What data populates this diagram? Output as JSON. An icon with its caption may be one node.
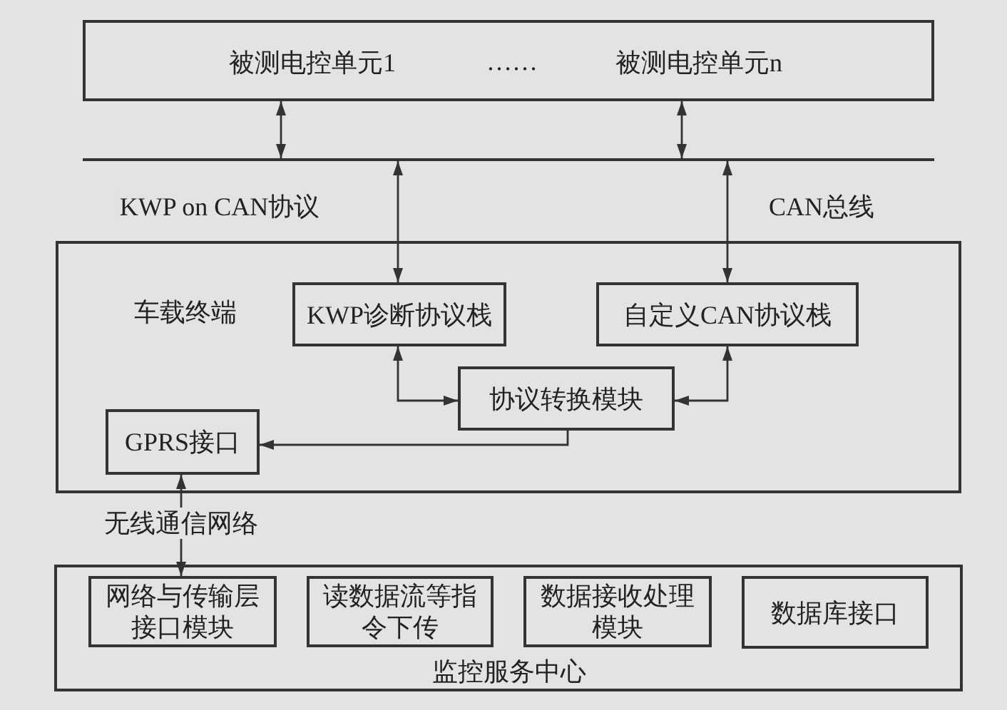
{
  "diagram": {
    "nodes": [
      {
        "text": [
          "被测电控单元1",
          "……",
          "被测电控单元n"
        ]
      },
      {
        "text": [],
        "shape": "line"
      },
      {
        "text": [
          "车载终端"
        ]
      },
      {
        "text": [
          "KWP诊断协议栈"
        ],
        "in": 2
      },
      {
        "text": [
          "自定义CAN协议栈"
        ],
        "in": 2
      },
      {
        "text": [
          "协议转换模块"
        ],
        "in": 2
      },
      {
        "text": [
          "GPRS接口"
        ],
        "in": 2
      },
      {
        "text": [
          "监控服务中心"
        ]
      },
      {
        "text": [
          "网络与传输层接口模块"
        ],
        "in": 7
      },
      {
        "text": [
          "读数据流等指令下传"
        ],
        "in": 7
      },
      {
        "text": [
          "数据接收处理模块"
        ],
        "in": 7
      },
      {
        "text": [
          "数据库接口"
        ],
        "in": 7
      }
    ],
    "edges": [
      {
        "from": 0,
        "to": 1,
        "arrow": "both"
      },
      {
        "from": 0,
        "to": 1,
        "arrow": "both"
      },
      {
        "from": 1,
        "to": 3,
        "arrow": "both",
        "label": "KWP on CAN协议"
      },
      {
        "from": 1,
        "to": 4,
        "arrow": "both",
        "label": "CAN总线"
      },
      {
        "from": 3,
        "to": 5,
        "arrow": "both"
      },
      {
        "from": 4,
        "to": 5,
        "arrow": "both"
      },
      {
        "from": 5,
        "to": 6,
        "arrow": "to"
      },
      {
        "from": 6,
        "to": 8,
        "arrow": "both",
        "label": "无线通信网络"
      }
    ]
  }
}
